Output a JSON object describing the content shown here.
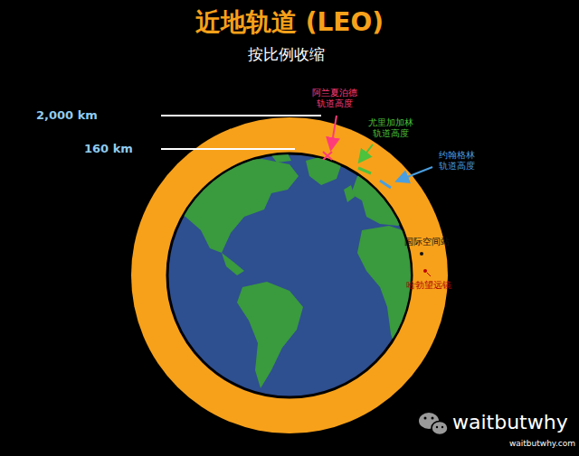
{
  "diagram": {
    "title": "近地轨道 (LEO)",
    "labels": [
      "按比例收缩",
      "2,000 km",
      "160 km",
      "阿兰夏泊德 轨道高度",
      "尤里加加林 轨道高度",
      "约翰格林 轨道高度",
      "国际空间站",
      "哈勃望远镜",
      "waitbutwhy",
      "waitbutwhy.com"
    ]
  }
}
